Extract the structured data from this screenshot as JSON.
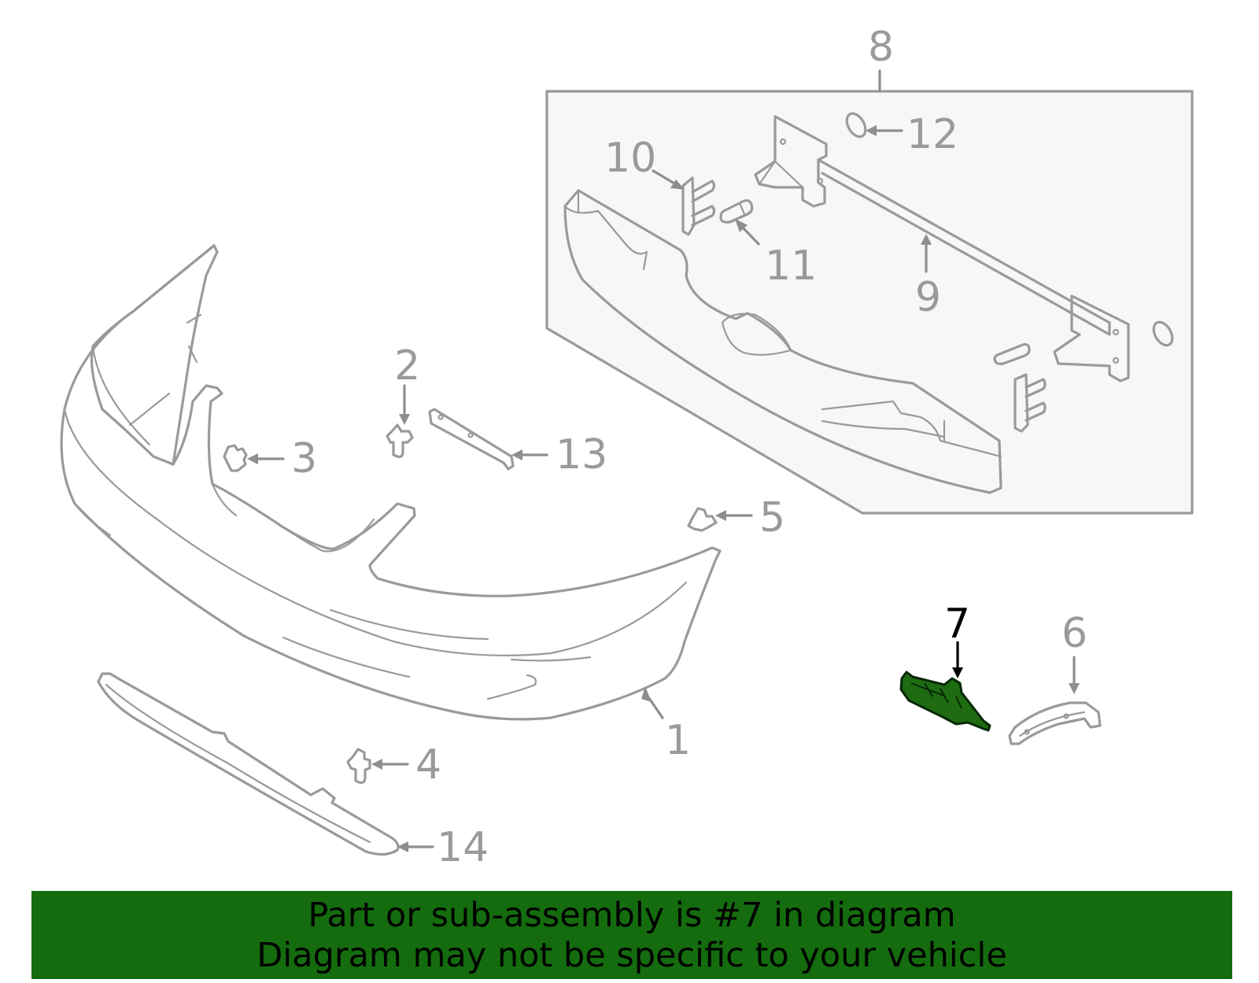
{
  "diagram": {
    "callouts": {
      "c1": "1",
      "c2": "2",
      "c3": "3",
      "c4": "4",
      "c5": "5",
      "c6": "6",
      "c7": "7",
      "c8": "8",
      "c9": "9",
      "c10": "10",
      "c11": "11",
      "c12": "12",
      "c13": "13",
      "c14": "14"
    },
    "highlight_part": "7",
    "colors": {
      "line": "#9a9a9a",
      "highlight_fill": "#1f6b12",
      "highlight_text": "#000000",
      "subassembly_fill": "#f7f7f7",
      "banner_bg": "#146c0e"
    }
  },
  "banner": {
    "line1": "Part or sub-assembly is #7 in diagram",
    "line2": "Diagram may not be specific to your vehicle"
  }
}
